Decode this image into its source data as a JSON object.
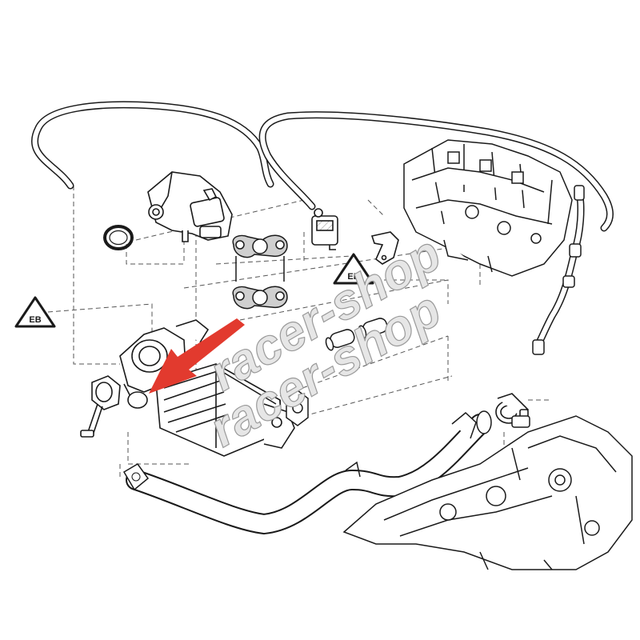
{
  "diagram": {
    "watermark_text": "racer-shop",
    "warning_symbol_text": "EB",
    "colors": {
      "line": "#1a1a1a",
      "leader": "#555555",
      "arrow": "#e23a2e",
      "watermark_fill": "#dcdcdc",
      "gasket_fill": "#cfcfcf",
      "background": "#ffffff"
    },
    "parts": [
      {
        "id": "vacuum-hose-left",
        "kind": "hose"
      },
      {
        "id": "vacuum-hose-right",
        "kind": "hose"
      },
      {
        "id": "egr-valve-actuator",
        "kind": "valve"
      },
      {
        "id": "o-ring-seal",
        "kind": "seal"
      },
      {
        "id": "egr-gasket-pair",
        "kind": "gasket"
      },
      {
        "id": "vacuum-solenoid-valve",
        "kind": "valve"
      },
      {
        "id": "mounting-bracket",
        "kind": "bracket"
      },
      {
        "id": "engine-block",
        "kind": "engine"
      },
      {
        "id": "fuel-line",
        "kind": "pipe"
      },
      {
        "id": "egr-cooler",
        "kind": "cooler"
      },
      {
        "id": "bypass-vacuum-actuator",
        "kind": "actuator"
      },
      {
        "id": "coolant-hose-pair",
        "kind": "hose"
      },
      {
        "id": "egr-pipe",
        "kind": "pipe"
      },
      {
        "id": "pipe-clamp",
        "kind": "clamp"
      },
      {
        "id": "gearbox-housing",
        "kind": "transmission"
      }
    ],
    "warning_symbols": [
      "warning-symbol-left",
      "warning-symbol-center"
    ],
    "highlight": "red-pointer-arrow"
  }
}
